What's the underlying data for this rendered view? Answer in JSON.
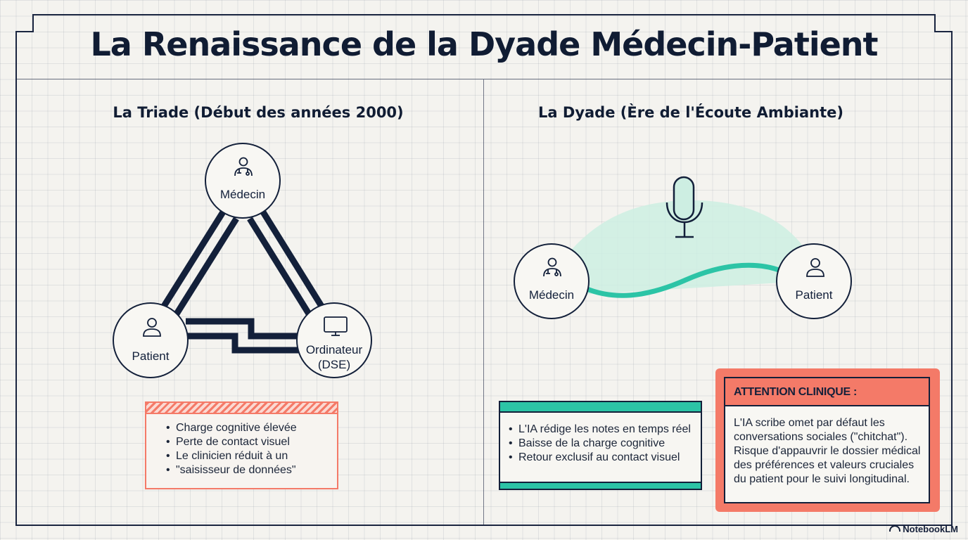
{
  "title": "La Renaissance de la Dyade Médecin-Patient",
  "left_panel": {
    "heading": "La Triade (Début des années 2000)",
    "nodes": {
      "doctor": {
        "label": "Médecin",
        "icon": "doctor-icon"
      },
      "patient": {
        "label": "Patient",
        "icon": "person-icon"
      },
      "computer": {
        "label_line1": "Ordinateur",
        "label_line2": "(DSE)",
        "icon": "monitor-icon"
      }
    },
    "bullets": [
      "Charge cognitive élevée",
      "Perte de contact visuel",
      "Le clinicien réduit à un",
      "\"saisisseur de données\""
    ]
  },
  "right_panel": {
    "heading": "La Dyade (Ère de l'Écoute Ambiante)",
    "nodes": {
      "doctor": {
        "label": "Médecin",
        "icon": "doctor-icon"
      },
      "patient": {
        "label": "Patient",
        "icon": "person-icon"
      },
      "microphone": {
        "icon": "microphone-icon"
      }
    },
    "bullets": [
      "L'IA rédige les notes en temps réel",
      "Baisse de la charge cognitive",
      "Retour exclusif au contact visuel"
    ],
    "alert": {
      "title": "ATTENTION CLINIQUE :",
      "lines": [
        "L'IA scribe omet par défaut les",
        "conversations sociales (\"chitchat\").",
        "Risque d'appauvrir le dossier médical",
        "des préférences et valeurs cruciales",
        "du patient pour le suivi longitudinal."
      ]
    }
  },
  "branding": "NotebookLM",
  "colors": {
    "navy": "#13203a",
    "teal": "#2cc4a6",
    "teal_light": "#cdeee2",
    "coral": "#f47a68",
    "coral_light": "#fde8e3"
  }
}
